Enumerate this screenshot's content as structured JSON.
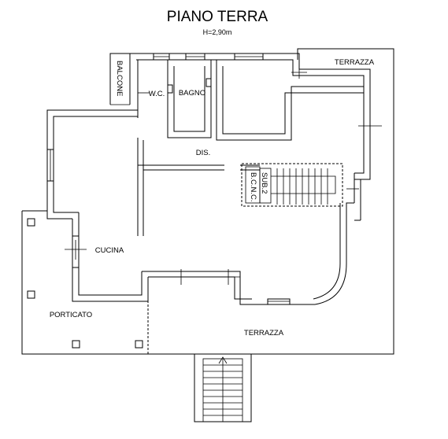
{
  "title": "PIANO TERRA",
  "height_note": "H=2,90m",
  "rooms": {
    "terrazza_top": "TERRAZZA",
    "balcone": "BALCONE",
    "wc": "W.C.",
    "bagno": "BAGNO",
    "dis": "DIS.",
    "bcnc": "B.C.N.C.",
    "sub2": "SUB.2",
    "cucina": "CUCINA",
    "porticato": "PORTICATO",
    "terrazza_bottom": "TERRAZZA"
  }
}
